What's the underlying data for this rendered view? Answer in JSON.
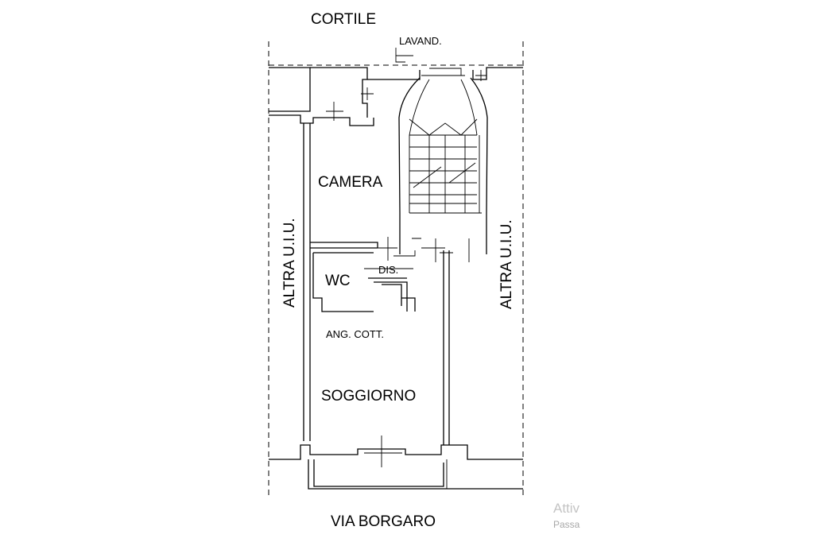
{
  "labels": {
    "cortile": "CORTILE",
    "lavand": "LAVAND.",
    "camera": "CAMERA",
    "altra_left": "ALTRA U.I.U.",
    "altra_right": "ALTRA U.I.U.",
    "dis": "DIS.",
    "wc": "WC",
    "ang_cott": "ANG. COTT.",
    "soggiorno": "SOGGIORNO",
    "via": "VIA BORGARO"
  },
  "watermark": {
    "line1": "Attiv",
    "line2": "Passa"
  }
}
